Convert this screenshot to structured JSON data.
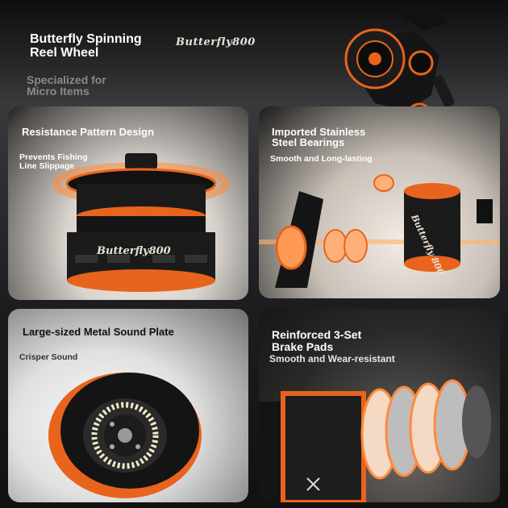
{
  "header": {
    "title": "Butterfly Spinning\n Reel Wheel",
    "script_logo": "Butterfly800",
    "subtitle": "Specialized for\n Micro Items"
  },
  "panels": [
    {
      "title": "Resistance Pattern Design",
      "subtitle": "Prevents Fishing\n Line Slippage",
      "spool_logo": "Butterfly800"
    },
    {
      "title": "Imported Stainless\n Steel Bearings",
      "subtitle": "Smooth and Long-lasting",
      "spool_logo": "Butterfly 800"
    },
    {
      "title": "Large-sized Metal Sound Plate",
      "subtitle": "Crisper Sound"
    },
    {
      "title": "Reinforced 3-Set\n Brake Pads",
      "subtitle": "Smooth and Wear-resistant"
    }
  ],
  "colors": {
    "accent": "#e8641c",
    "accent_glow": "#ff8a3a",
    "metal_dark": "#1a1a1a",
    "text_light": "#ffffff",
    "text_muted": "#8a8a8a"
  },
  "icons": [
    "reel-icon",
    "spool-icon",
    "bearing-icon",
    "sound-plate-icon",
    "brake-pad-icon"
  ]
}
